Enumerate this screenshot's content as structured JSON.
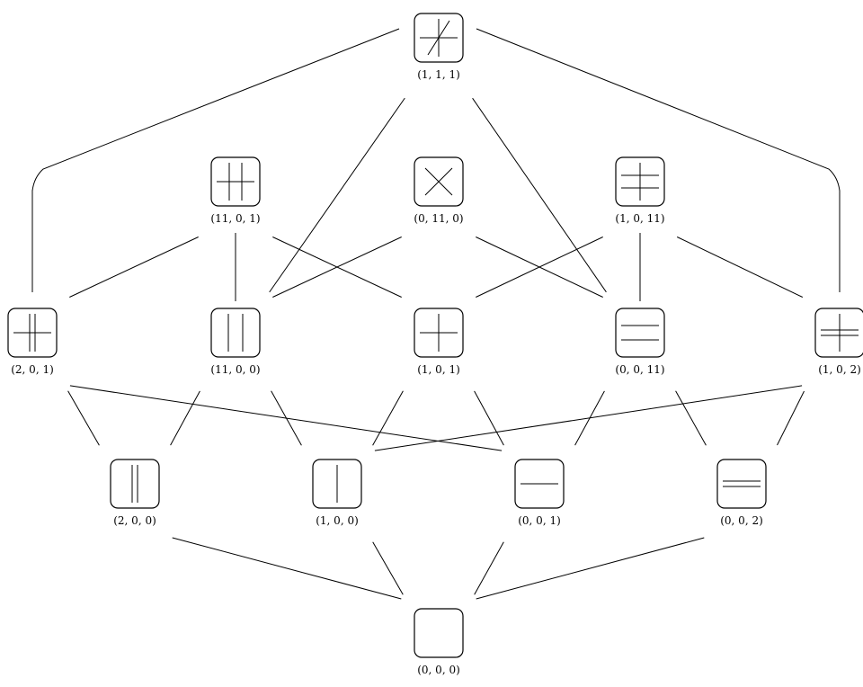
{
  "nodes": [
    {
      "id": "n111",
      "label": "(1, 1, 1)",
      "glyph": "slash-cross"
    },
    {
      "id": "n1101",
      "label": "(11, 0, 1)",
      "glyph": "double-vertical-cross"
    },
    {
      "id": "n0110",
      "label": "(0, 11, 0)",
      "glyph": "x-cross"
    },
    {
      "id": "n1011",
      "label": "(1, 0, 11)",
      "glyph": "double-horizontal-cross"
    },
    {
      "id": "n201",
      "label": "(2, 0, 1)",
      "glyph": "double-vertical-cross-tight"
    },
    {
      "id": "n1100",
      "label": "(11, 0, 0)",
      "glyph": "two-vertical"
    },
    {
      "id": "n101",
      "label": "(1, 0, 1)",
      "glyph": "cross"
    },
    {
      "id": "n0011",
      "label": "(0, 0, 11)",
      "glyph": "two-horizontal"
    },
    {
      "id": "n102",
      "label": "(1, 0, 2)",
      "glyph": "double-horizontal-cross-tight"
    },
    {
      "id": "n200",
      "label": "(2, 0, 0)",
      "glyph": "double-vertical-tight"
    },
    {
      "id": "n100",
      "label": "(1, 0, 0)",
      "glyph": "vertical"
    },
    {
      "id": "n001",
      "label": "(0, 0, 1)",
      "glyph": "horizontal"
    },
    {
      "id": "n002",
      "label": "(0, 0, 2)",
      "glyph": "double-horizontal-tight"
    },
    {
      "id": "n000",
      "label": "(0, 0, 0)",
      "glyph": "empty"
    }
  ],
  "edges": [
    [
      "n111",
      "n201"
    ],
    [
      "n111",
      "n1100"
    ],
    [
      "n111",
      "n0011"
    ],
    [
      "n111",
      "n102"
    ],
    [
      "n1101",
      "n201"
    ],
    [
      "n1101",
      "n1100"
    ],
    [
      "n1101",
      "n101"
    ],
    [
      "n0110",
      "n1100"
    ],
    [
      "n0110",
      "n0011"
    ],
    [
      "n1011",
      "n101"
    ],
    [
      "n1011",
      "n0011"
    ],
    [
      "n1011",
      "n102"
    ],
    [
      "n201",
      "n200"
    ],
    [
      "n201",
      "n001"
    ],
    [
      "n1100",
      "n200"
    ],
    [
      "n1100",
      "n100"
    ],
    [
      "n101",
      "n100"
    ],
    [
      "n101",
      "n001"
    ],
    [
      "n0011",
      "n001"
    ],
    [
      "n0011",
      "n002"
    ],
    [
      "n102",
      "n100"
    ],
    [
      "n102",
      "n002"
    ],
    [
      "n200",
      "n000"
    ],
    [
      "n100",
      "n000"
    ],
    [
      "n001",
      "n000"
    ],
    [
      "n002",
      "n000"
    ]
  ]
}
